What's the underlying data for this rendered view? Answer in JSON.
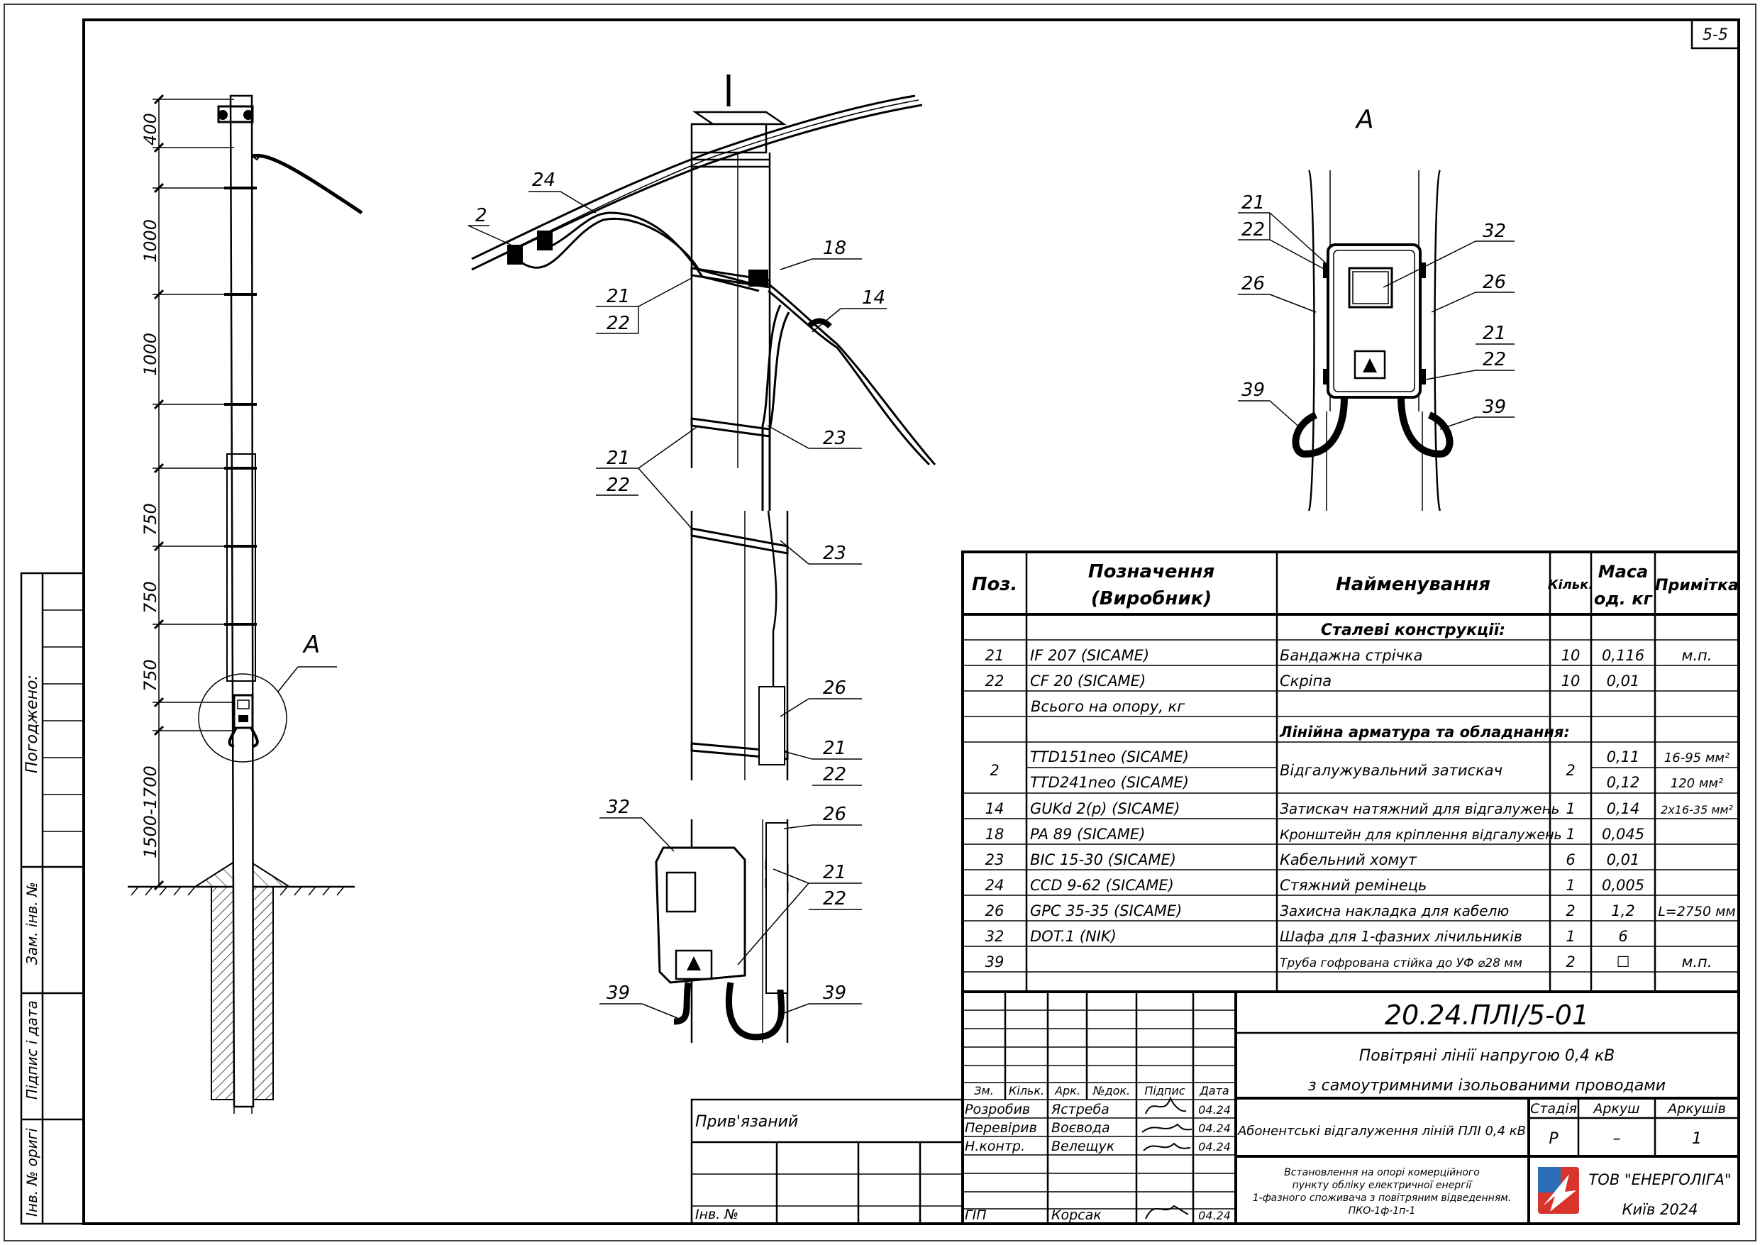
{
  "sheet_code": "5-5",
  "side_stamp": {
    "agreed": "Погоджено:",
    "replaced_inv": "Зам. інв. №",
    "sign_date": "Підпис і дата",
    "inv_orig": "Інв. № оригі"
  },
  "pole_view": {
    "dims": [
      "400",
      "1000",
      "1000",
      "750",
      "750",
      "750",
      "1500-1700"
    ],
    "callout_a": "A"
  },
  "detail_view": {
    "labels": [
      "2",
      "24",
      "18",
      "14",
      "21",
      "22",
      "23",
      "21",
      "22",
      "23",
      "26",
      "21",
      "22",
      "32",
      "26",
      "21",
      "22",
      "39",
      "39"
    ]
  },
  "view_a": {
    "title": "A",
    "labels": [
      "21",
      "22",
      "26",
      "39",
      "32",
      "26",
      "21",
      "22",
      "39"
    ]
  },
  "spec_table": {
    "headers": {
      "pos": "Поз.",
      "designation": "Позначення (Виробник)",
      "designation_l1": "Позначення",
      "designation_l2": "(Виробник)",
      "name": "Найменування",
      "qty": "Кільк.",
      "mass_l1": "Маса",
      "mass_l2": "од. кг",
      "note": "Примітка"
    },
    "sections": {
      "steel": "Сталеві конструкції:",
      "total": "Всього на опору, кг",
      "line": "Лінійна арматура та обладнання:"
    },
    "rows": [
      {
        "pos": "21",
        "designation": "IF 207  (SICAME)",
        "name": "Бандажна стрічка",
        "qty": "10",
        "mass": "0,116",
        "note": "м.п."
      },
      {
        "pos": "22",
        "designation": "CF 20  (SICAME)",
        "name": "Скріпа",
        "qty": "10",
        "mass": "0,01",
        "note": ""
      },
      {
        "pos": "2",
        "designation": "TTD151neo  (SICAME)",
        "designation2": "TTD241neo  (SICAME)",
        "name": "Відгалужувальний затискач",
        "qty": "2",
        "mass": "0,11",
        "mass2": "0,12",
        "note": "16-95 мм²",
        "note2": "120 мм²"
      },
      {
        "pos": "14",
        "designation": "GUKd 2(p)  (SICAME)",
        "name": "Затискач натяжний для відгалужень",
        "qty": "1",
        "mass": "0,14",
        "note": "2x16-35 мм²"
      },
      {
        "pos": "18",
        "designation": "PA 89  (SICAME)",
        "name": "Кронштейн для кріплення відгалужень",
        "qty": "1",
        "mass": "0,045",
        "note": ""
      },
      {
        "pos": "23",
        "designation": "BIC 15-30  (SICAME)",
        "name": "Кабельний хомут",
        "qty": "6",
        "mass": "0,01",
        "note": ""
      },
      {
        "pos": "24",
        "designation": "CCD 9-62  (SICAME)",
        "name": "Стяжний ремінець",
        "qty": "1",
        "mass": "0,005",
        "note": ""
      },
      {
        "pos": "26",
        "designation": "GPC 35-35  (SICAME)",
        "name": "Захисна накладка для кабелю",
        "qty": "2",
        "mass": "1,2",
        "note": "L=2750 мм"
      },
      {
        "pos": "32",
        "designation": "DOT.1  (NIK)",
        "name": "Шафа для 1-фазних лічильників",
        "qty": "1",
        "mass": "6",
        "note": ""
      },
      {
        "pos": "39",
        "designation": "",
        "name": "Труба гофрована стійка до УФ ⌀28 мм",
        "qty": "2",
        "mass": "☐",
        "note": "м.п."
      }
    ]
  },
  "title_block": {
    "doc_code": "20.24.ПЛІ/5-01",
    "project_l1": "Повітряні лінії напругою 0,4 кВ",
    "project_l2": "з самоутримними ізольованими проводами",
    "sheet_title": "Абонентські відгалуження ліній ПЛІ 0,4 кВ",
    "drawing_desc": [
      "Встановлення на опорі комерційного",
      "пункту обліку електричної енергії",
      "1-фазного споживача з повітряним відведенням.",
      "ПКО-1ф-1п-1"
    ],
    "stage_h": "Стадія",
    "sheet_h": "Аркуш",
    "sheets_h": "Аркушів",
    "stage": "Р",
    "sheet": "–",
    "sheets": "1",
    "company": "ТОВ \"ЕНЕРГОЛІГА\"",
    "city_year": "Київ 2024",
    "col_heads": [
      "Зм.",
      "Кільк.",
      "Арк.",
      "№док.",
      "Підпис",
      "Дата"
    ],
    "people": [
      {
        "role": "Розробив",
        "name": "Ястреба",
        "date": "04.24"
      },
      {
        "role": "Перевірив",
        "name": "Воєвода",
        "date": "04.24"
      },
      {
        "role": "Н.контр.",
        "name": "Велещук",
        "date": "04.24"
      },
      {
        "role": "ГІП",
        "name": "Корсак",
        "date": "04.24"
      }
    ],
    "linked": "Прив'язаний",
    "inv_no": "Інв. №"
  }
}
